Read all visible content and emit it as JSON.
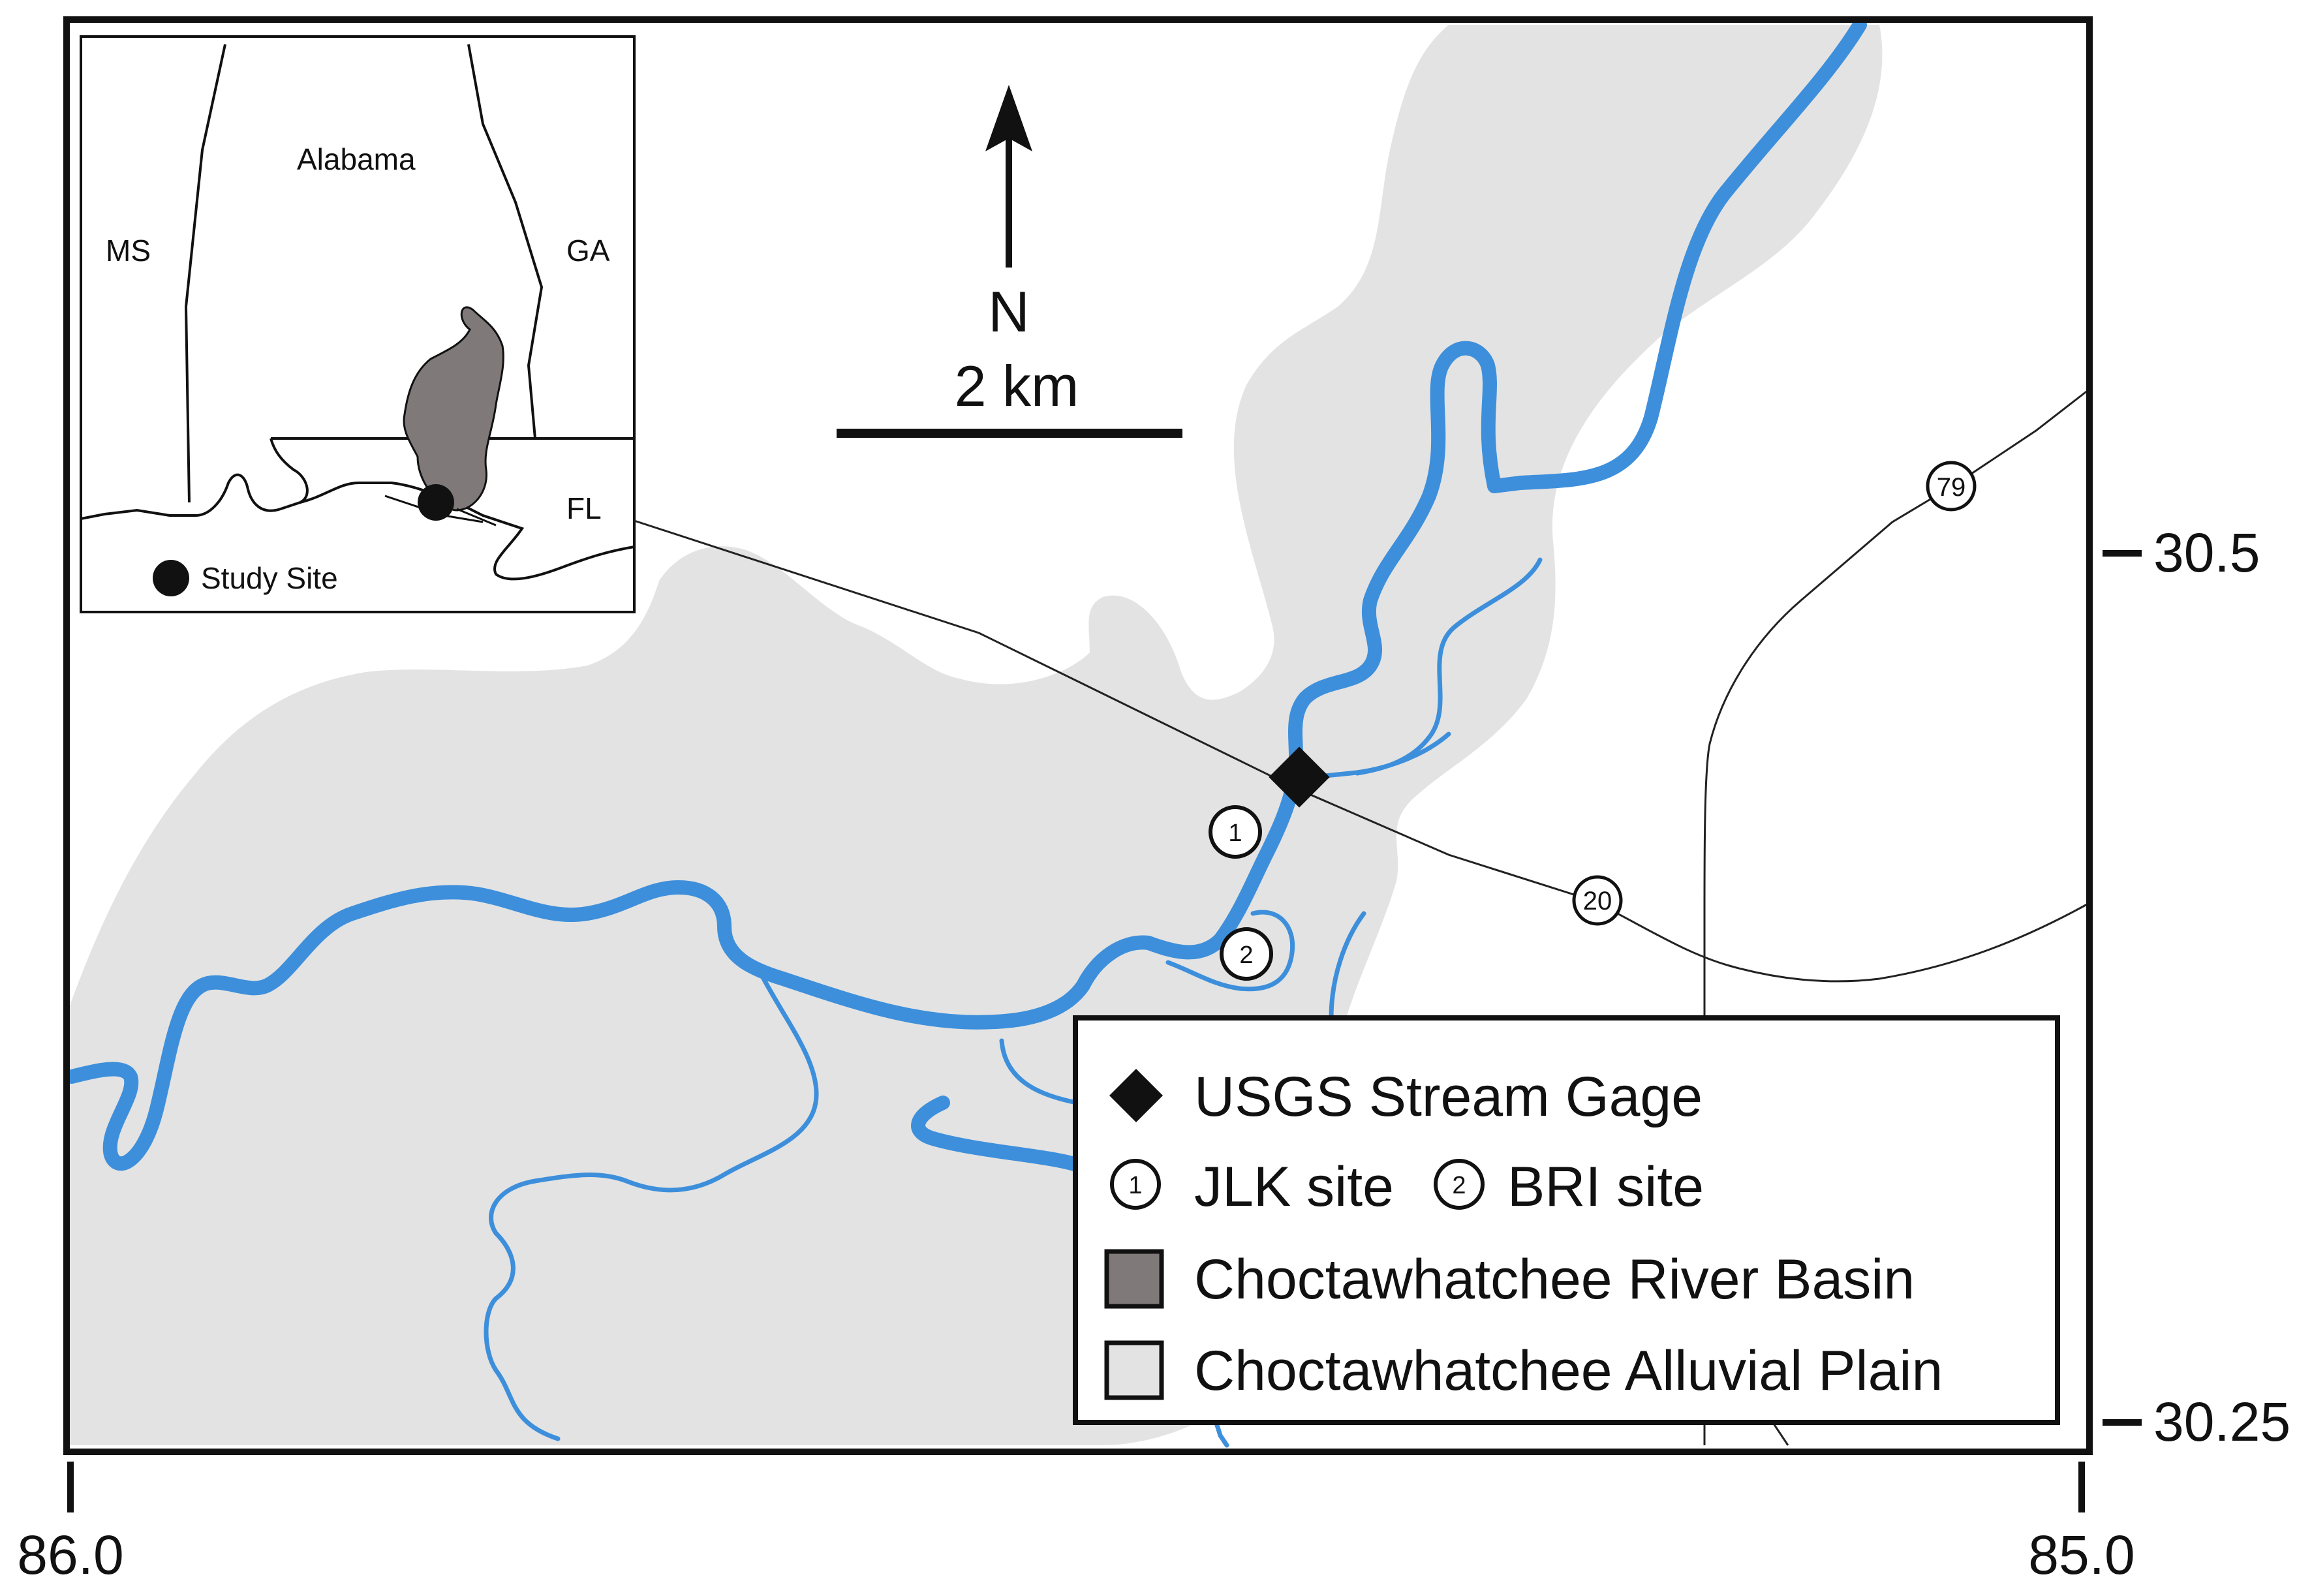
{
  "inset": {
    "state_label": "Alabama",
    "ms_label": "MS",
    "ga_label": "GA",
    "fl_label": "FL",
    "study_site_label": "Study Site"
  },
  "north_arrow": {
    "label": "N"
  },
  "scale_bar": {
    "label": "2 km"
  },
  "axes": {
    "lon_left": "86.0",
    "lon_right": "85.0",
    "lat_top": "30.5",
    "lat_bottom": "30.25"
  },
  "highways": {
    "route_79": "79",
    "route_20": "20"
  },
  "sites": {
    "site_1_number": "1",
    "site_2_number": "2"
  },
  "legend": {
    "gage": "USGS Stream Gage",
    "jlk_number": "1",
    "jlk": "JLK site",
    "bri_number": "2",
    "bri": "BRI site",
    "basin": "Choctawhatchee River Basin",
    "plain": "Choctawhatchee Alluvial Plain"
  },
  "colors": {
    "river": "#3d8fdb",
    "alluvial_plain": "#e3e3e3",
    "basin": "#7f7a79",
    "outline": "#111111"
  }
}
